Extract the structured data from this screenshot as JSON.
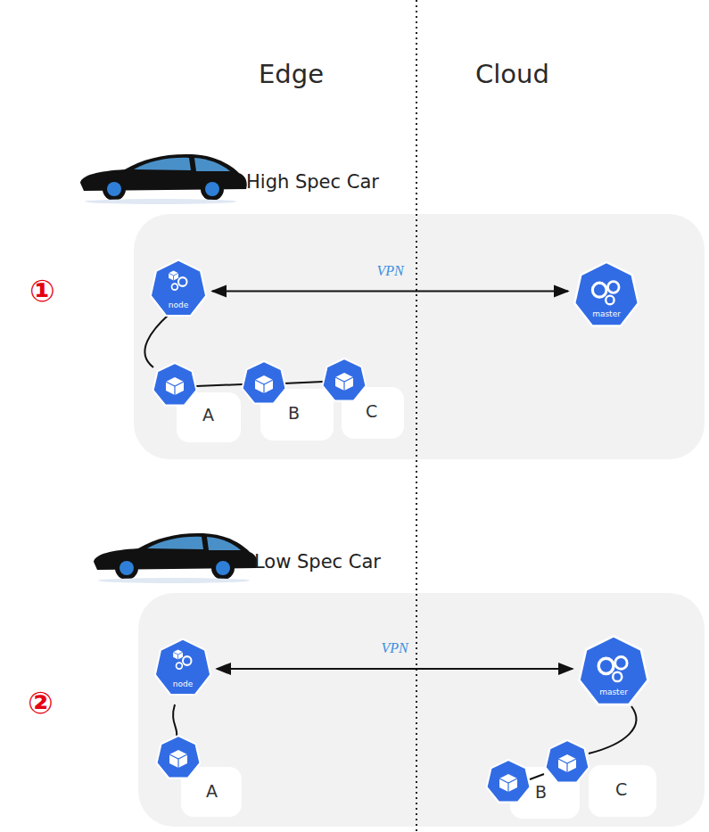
{
  "diagram": {
    "nodes": [
      {
        "text": [
          "node"
        ]
      },
      {
        "text": [
          "master"
        ]
      },
      {
        "text": [
          "node"
        ]
      },
      {
        "text": [
          "master"
        ]
      }
    ],
    "edges": [
      {
        "from": 0,
        "to": 1,
        "arrow": "both",
        "label": "VPN"
      },
      {
        "from": 2,
        "to": 3,
        "arrow": "both",
        "label": "VPN"
      }
    ],
    "labels": [
      "Edge",
      "Cloud",
      "High Spec Car",
      "①",
      "A",
      "B",
      "C",
      "Low Spec Car",
      "②",
      "A",
      "B",
      "C"
    ]
  }
}
